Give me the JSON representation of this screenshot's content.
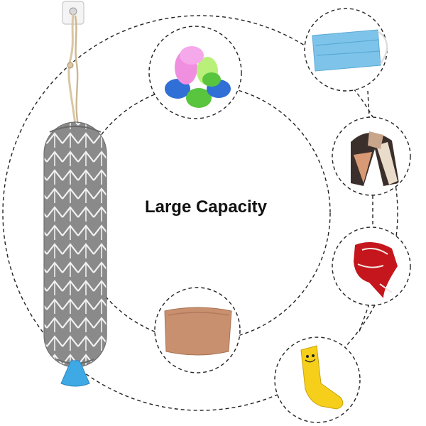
{
  "headline": "Large Capacity",
  "colors": {
    "dash_line": "#222222",
    "bag_fabric": "#8a8a8a",
    "bag_pattern": "#f2f2f2",
    "tassel": "#3fa9e6",
    "rope": "#d9c7a4",
    "mask": "#7ec4ea",
    "bra_skin": "#c9906f",
    "sock": "#f6cf1a",
    "bandana": "#c4161c"
  },
  "items": [
    {
      "name": "garbage-bag-rolls",
      "icon": "trash-bag-rolls-icon"
    },
    {
      "name": "face-mask",
      "icon": "face-mask-icon"
    },
    {
      "name": "plaid-scarf",
      "icon": "scarf-icon"
    },
    {
      "name": "red-bandana",
      "icon": "bandana-icon"
    },
    {
      "name": "tube-top",
      "icon": "tube-top-icon"
    },
    {
      "name": "yellow-sock",
      "icon": "sock-icon"
    }
  ]
}
